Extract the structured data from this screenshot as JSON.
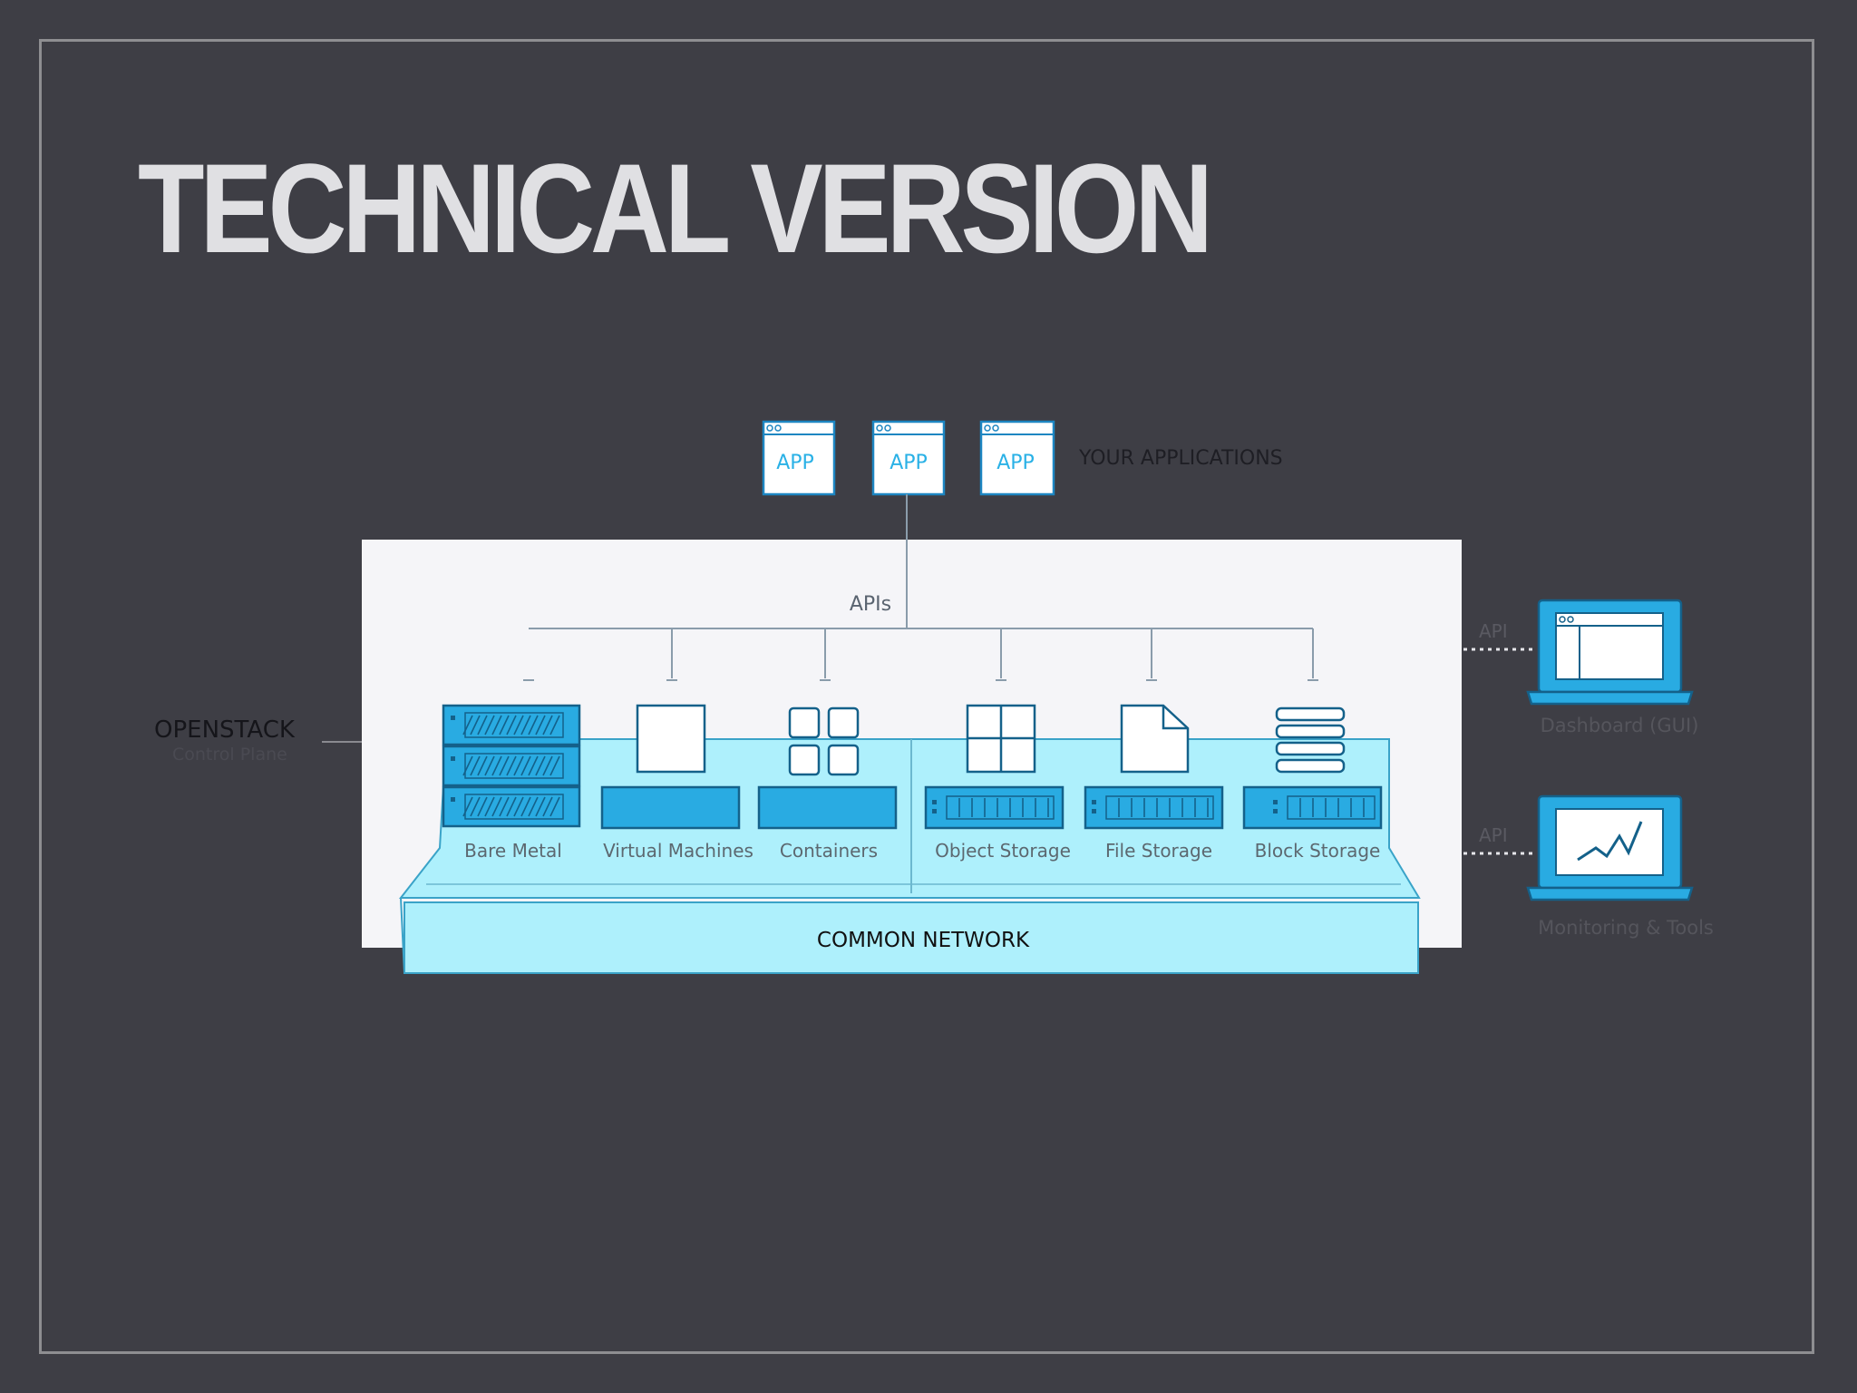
{
  "slide": {
    "title": "TECHNICAL VERSION"
  },
  "diagram": {
    "app_label": "APP",
    "applications_label": "YOUR APPLICATIONS",
    "apis_label": "APIs",
    "openstack_label": "OPENSTACK",
    "openstack_sublabel": "Control Plane",
    "common_network_label": "COMMON NETWORK",
    "services": [
      "Bare Metal",
      "Virtual Machines",
      "Containers",
      "Object Storage",
      "File Storage",
      "Block Storage"
    ],
    "side_api_label": "API",
    "dashboard_label": "Dashboard (GUI)",
    "monitoring_label": "Monitoring & Tools",
    "colors": {
      "accent": "#29abe2",
      "accent_dark": "#14618a",
      "platform_fill": "#aef0fc",
      "panel_fill": "#f5f5f8",
      "connector": "#8a9cab"
    }
  }
}
